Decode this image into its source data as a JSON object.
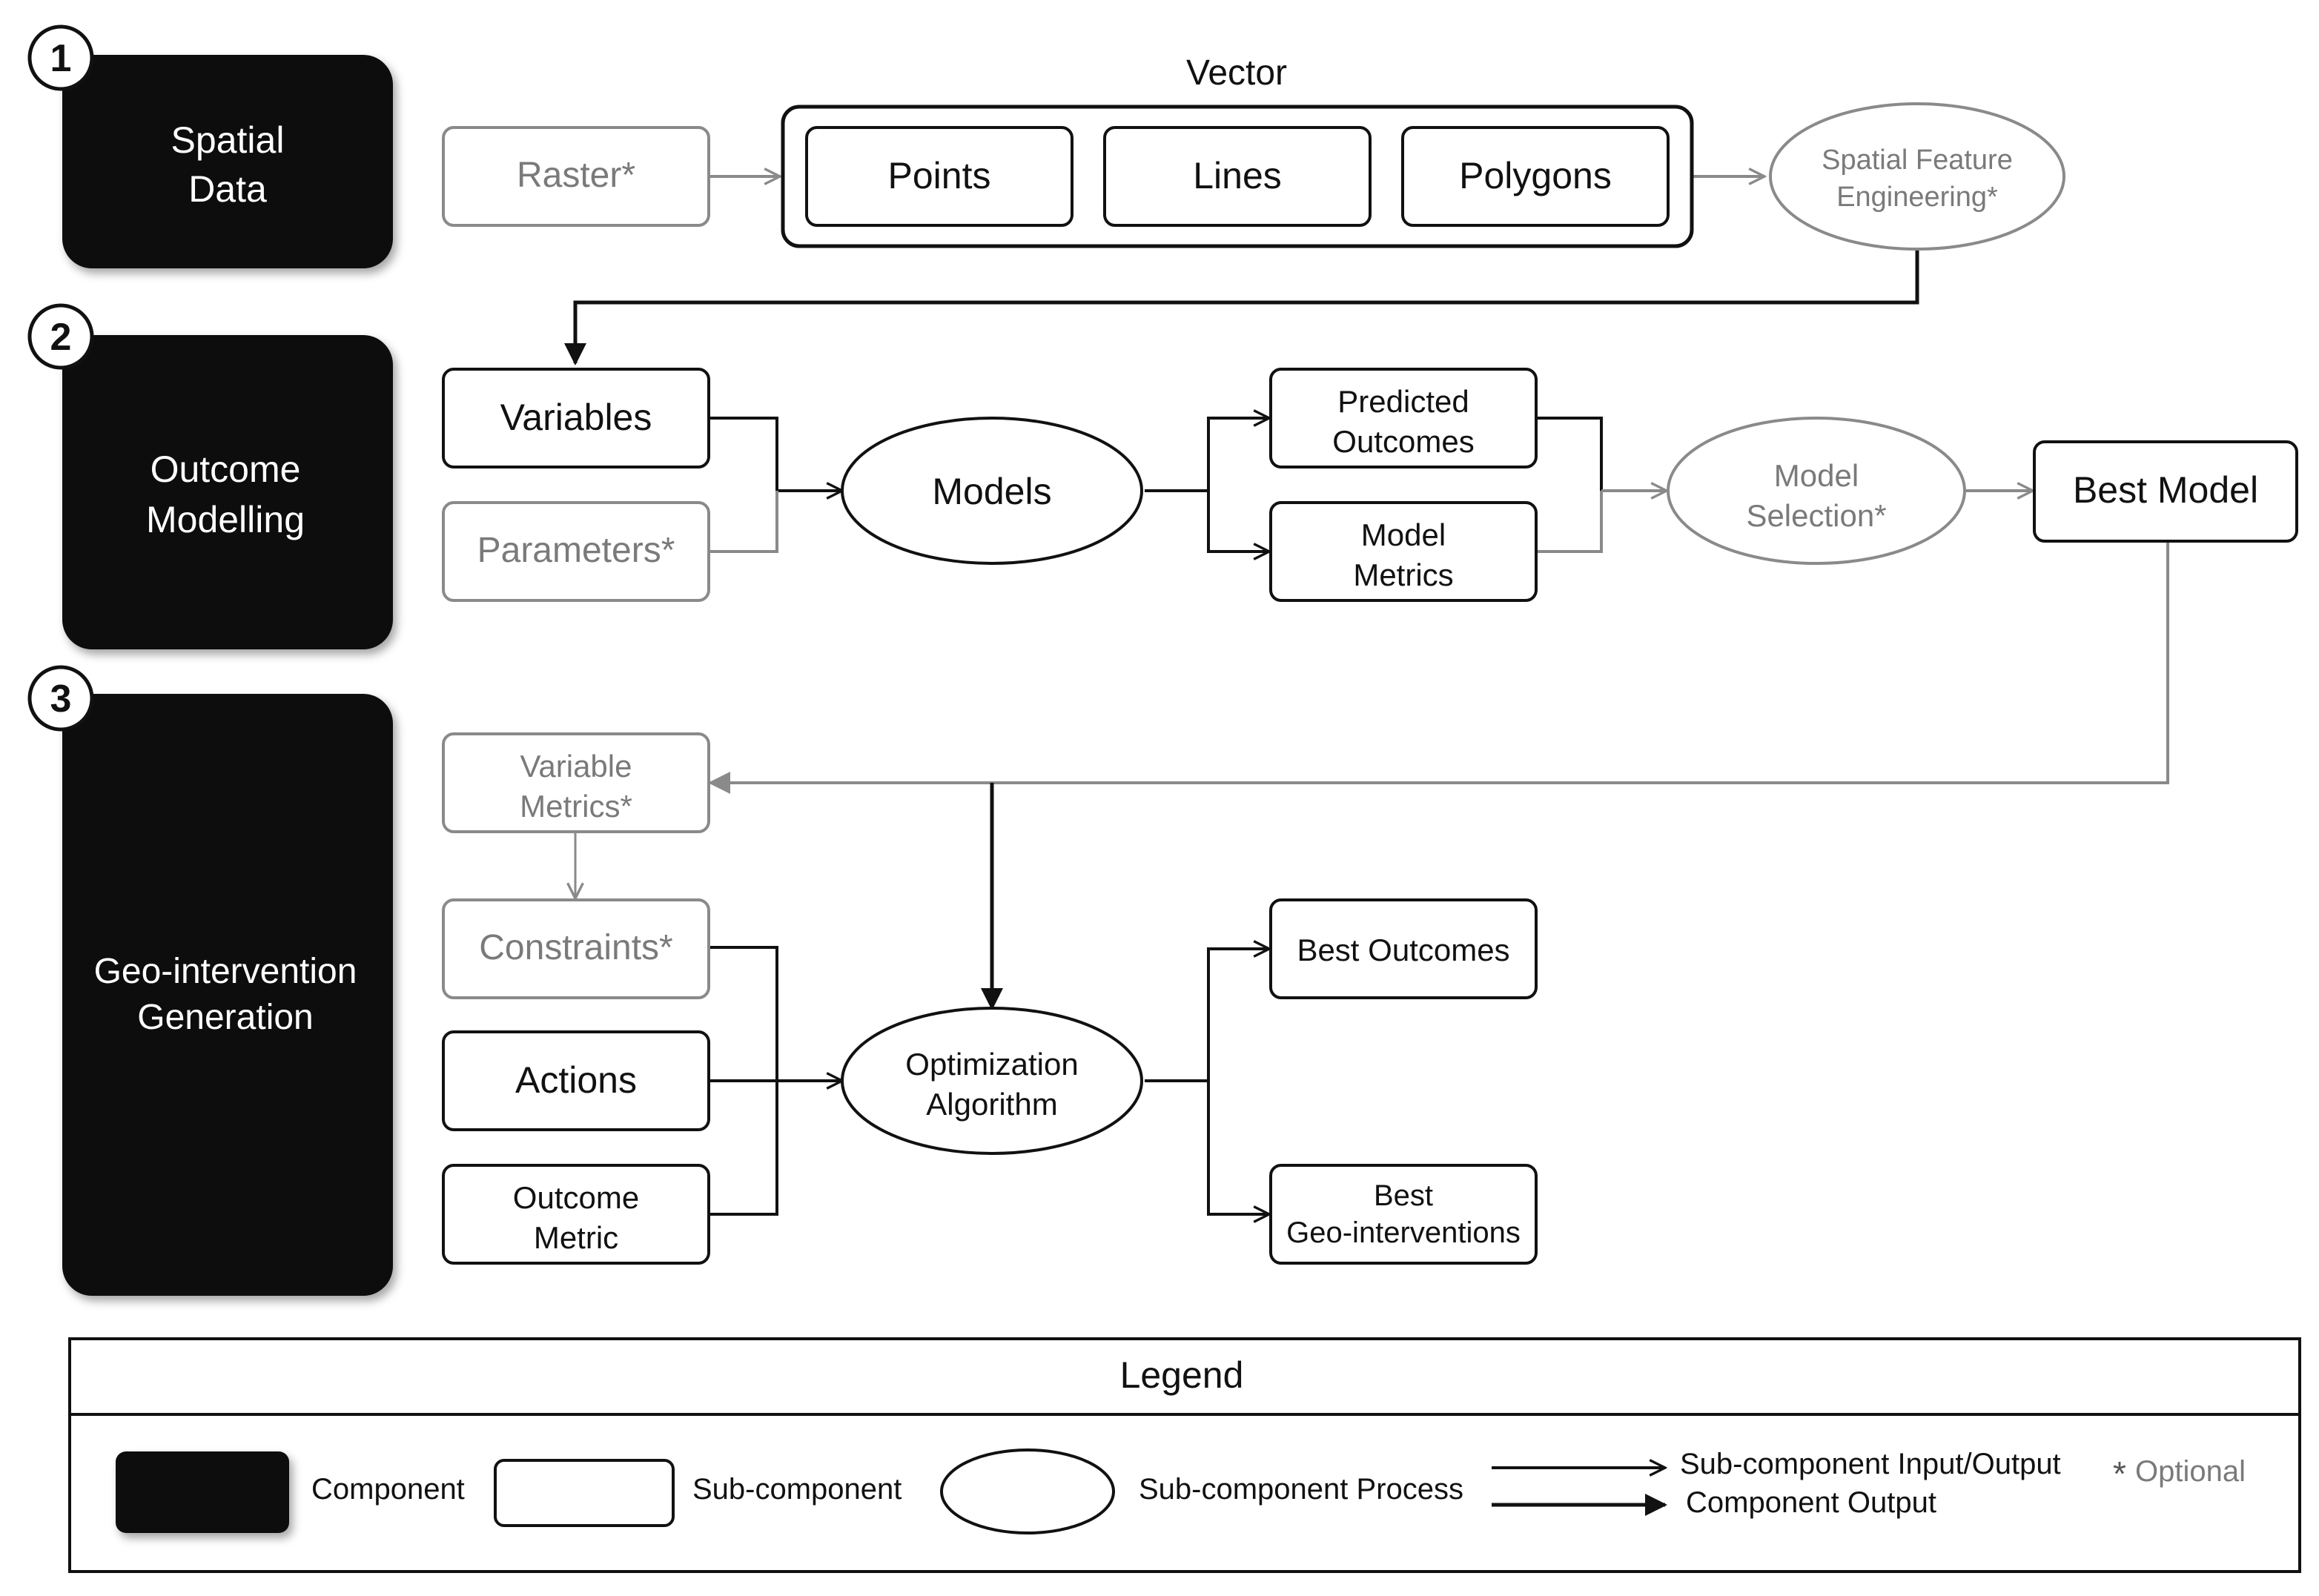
{
  "colors": {
    "component_fill": "#111111",
    "component_text": "#ffffff",
    "required_stroke": "#111111",
    "optional_stroke": "#8a8a8a",
    "optional_text": "#7a7a7a",
    "background": "#ffffff"
  },
  "components": [
    {
      "number": "1",
      "lines": [
        "Spatial",
        "Data"
      ]
    },
    {
      "number": "2",
      "lines": [
        "Outcome",
        "Modelling"
      ]
    },
    {
      "number": "3",
      "lines": [
        "Geo-intervention",
        "Generation"
      ]
    }
  ],
  "spatial": {
    "raster": "Raster*",
    "vector_title": "Vector",
    "points": "Points",
    "lines": "Lines",
    "polygons": "Polygons",
    "feature_engineering": [
      "Spatial Feature",
      "Engineering*"
    ]
  },
  "modelling": {
    "variables": "Variables",
    "parameters": "Parameters*",
    "models": "Models",
    "predicted_outcomes": [
      "Predicted",
      "Outcomes"
    ],
    "model_metrics": [
      "Model",
      "Metrics"
    ],
    "model_selection": [
      "Model",
      "Selection*"
    ],
    "best_model": "Best Model"
  },
  "generation": {
    "variable_metrics": [
      "Variable",
      "Metrics*"
    ],
    "constraints": "Constraints*",
    "actions": "Actions",
    "outcome_metric": [
      "Outcome",
      "Metric"
    ],
    "optimization": [
      "Optimization",
      "Algorithm"
    ],
    "best_outcomes": "Best Outcomes",
    "best_geo_interventions": [
      "Best",
      "Geo-interventions"
    ]
  },
  "legend": {
    "title": "Legend",
    "component": "Component",
    "sub_component": "Sub-component",
    "sub_component_process": "Sub-component Process",
    "input_output": "Sub-component Input/Output",
    "component_output": "Component Output",
    "optional_marker": "*",
    "optional": "Optional"
  }
}
